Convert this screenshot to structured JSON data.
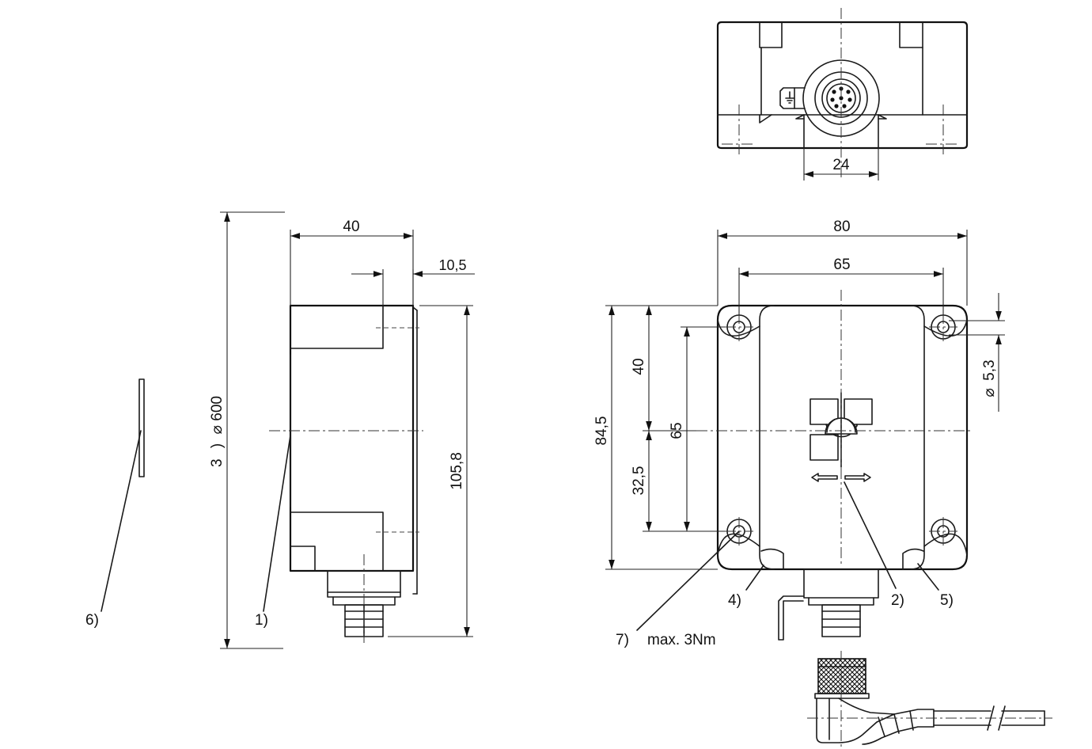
{
  "dimensions": {
    "connector_width": "24",
    "side_depth": "40",
    "side_offset": "10,5",
    "side_height": "105,8",
    "range_number": "3",
    "range_paren": ")",
    "range_diameter": "600",
    "front_width": "80",
    "hole_spacing_x": "65",
    "total_height": "84,5",
    "upper_segment": "40",
    "lower_segment": "32,5",
    "hole_spacing_y": "65",
    "hole_diameter": "5,3"
  },
  "callouts": {
    "c1": "1)",
    "c2": "2)",
    "c4": "4)",
    "c5": "5)",
    "c6": "6)",
    "c7": "7)",
    "c7_note": "max. 3Nm"
  },
  "symbols": {
    "diameter": "⌀",
    "ground": "ground-icon"
  }
}
